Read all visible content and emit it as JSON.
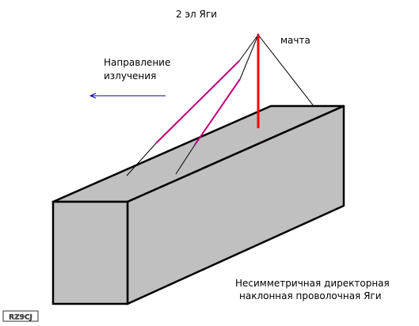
{
  "title": "2 эл Яги",
  "labels": {
    "mast": "мачта",
    "direction_line1": "Направление",
    "direction_line2": "излучения",
    "caption_line1": "Несимметричная директорная",
    "caption_line2": "наклонная проволочная Яги"
  },
  "watermark": "RZ9CJ",
  "colors": {
    "box_fill": "#c0c0c0",
    "box_stroke": "#000000",
    "mast": "#ff0000",
    "element": "#c0007a",
    "arrow": "#0000aa",
    "wire": "#000000"
  }
}
